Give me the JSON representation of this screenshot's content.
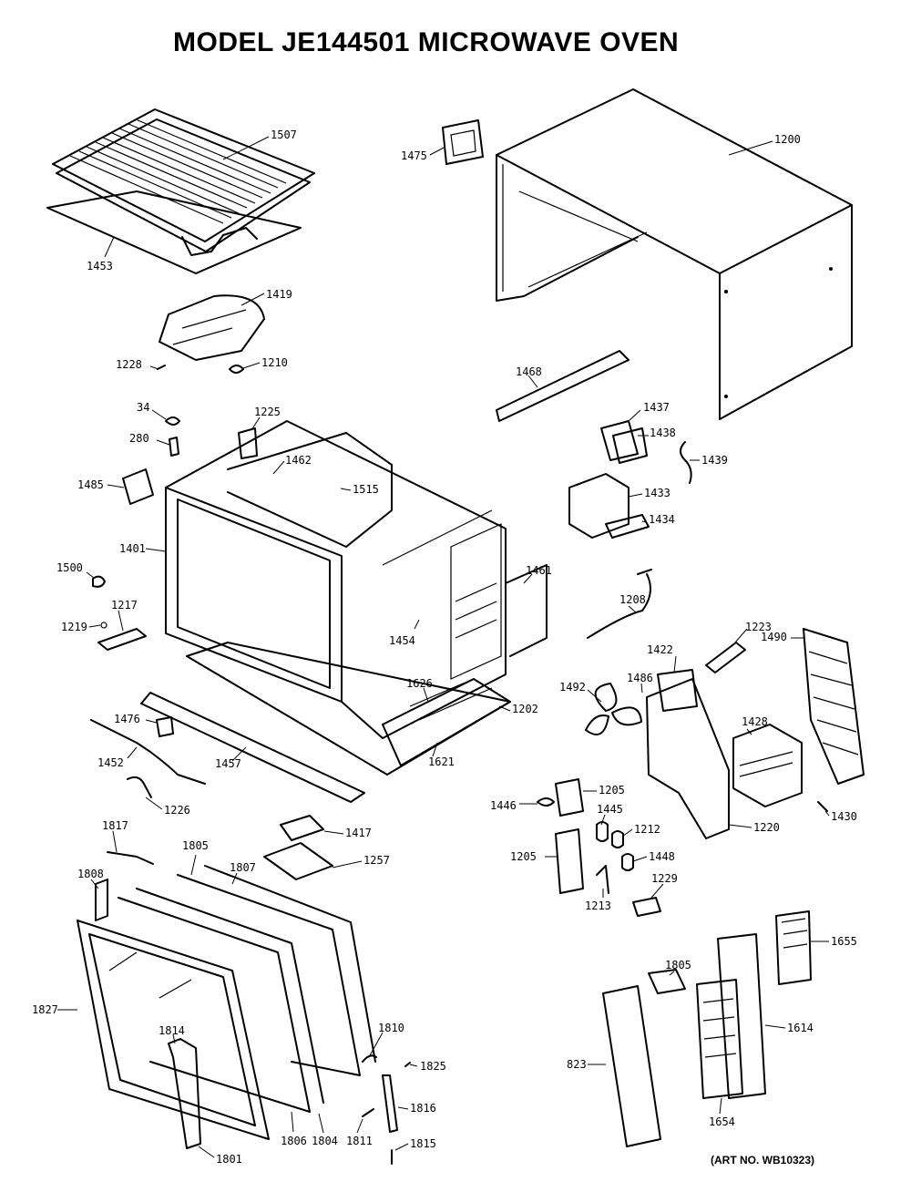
{
  "title": "MODEL JE144501 MICROWAVE OVEN",
  "art_number": "(ART NO. WB10323)",
  "part_labels": {
    "p1507": "1507",
    "p1453": "1453",
    "p1475": "1475",
    "p1200": "1200",
    "p1419": "1419",
    "p1228": "1228",
    "p1210": "1210",
    "p1468": "1468",
    "p34": "34",
    "p1225": "1225",
    "p280": "280",
    "p1462": "1462",
    "p1515": "1515",
    "p1437": "1437",
    "p1438": "1438",
    "p1439": "1439",
    "p1433": "1433",
    "p1434": "1434",
    "p1485": "1485",
    "p1401": "1401",
    "p1461": "1461",
    "p1500": "1500",
    "p1217": "1217",
    "p1219": "1219",
    "p1208": "1208",
    "p1223": "1223",
    "p1454": "1454",
    "p1422": "1422",
    "p1486": "1486",
    "p1490": "1490",
    "p1492": "1492",
    "p1626": "1626",
    "p1202": "1202",
    "p1428": "1428",
    "p1476": "1476",
    "p1452": "1452",
    "p1457": "1457",
    "p1621": "1621",
    "p1446": "1446",
    "p1205a": "1205",
    "p1445": "1445",
    "p1212": "1212",
    "p1220": "1220",
    "p1430": "1430",
    "p1226": "1226",
    "p1817": "1817",
    "p1805": "1805",
    "p1417": "1417",
    "p1807": "1807",
    "p1257": "1257",
    "p1808": "1808",
    "p1205b": "1205",
    "p1448": "1448",
    "p1213": "1213",
    "p1229": "1229",
    "p1655": "1655",
    "p1827": "1827",
    "p1810": "1810",
    "p1814": "1814",
    "p1825": "1825",
    "p1805b": "1805",
    "p1614": "1614",
    "p823": "823",
    "p1816": "1816",
    "p1806": "1806",
    "p1804": "1804",
    "p1811": "1811",
    "p1815": "1815",
    "p1801": "1801",
    "p1654": "1654"
  }
}
